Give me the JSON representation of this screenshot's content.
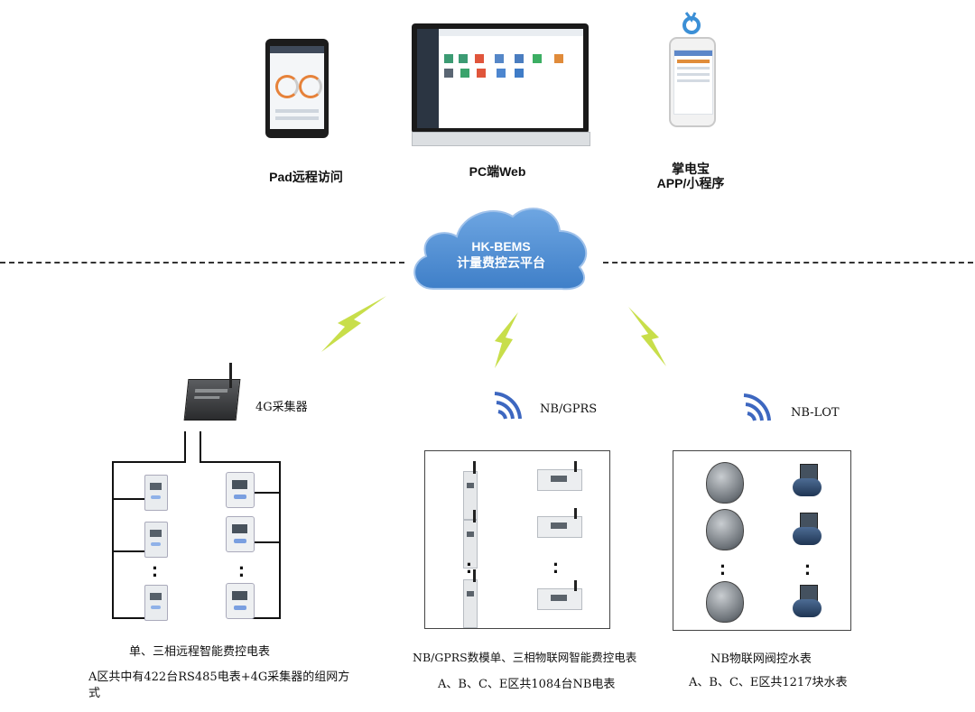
{
  "top": {
    "pad_label": "Pad远程访问",
    "pc_label": "PC端Web",
    "app_label_line1": "掌电宝",
    "app_label_line2": "APP/小程序"
  },
  "cloud": {
    "line1": "HK-BEMS",
    "line2": "计量费控云平台"
  },
  "gateways": {
    "collector_4g": "4G采集器",
    "nb_gprs": "NB/GPRS",
    "nb_lot": "NB-LOT"
  },
  "bottom": {
    "left_title": "单、三相远程智能费控电表",
    "left_desc": "A区共中有422台RS485电表+4G采集器的组网方式",
    "mid_title": "NB/GPRS数模单、三相物联网智能费控电表",
    "mid_desc": "A、B、C、E区共1084台NB电表",
    "right_title": "NB物联网阀控水表",
    "right_desc": "A、B、C、E区共1217块水表"
  },
  "colors": {
    "cloud": "#4f8fd4",
    "lightning": "#c8de4a",
    "wifi": "#3d67c0"
  }
}
